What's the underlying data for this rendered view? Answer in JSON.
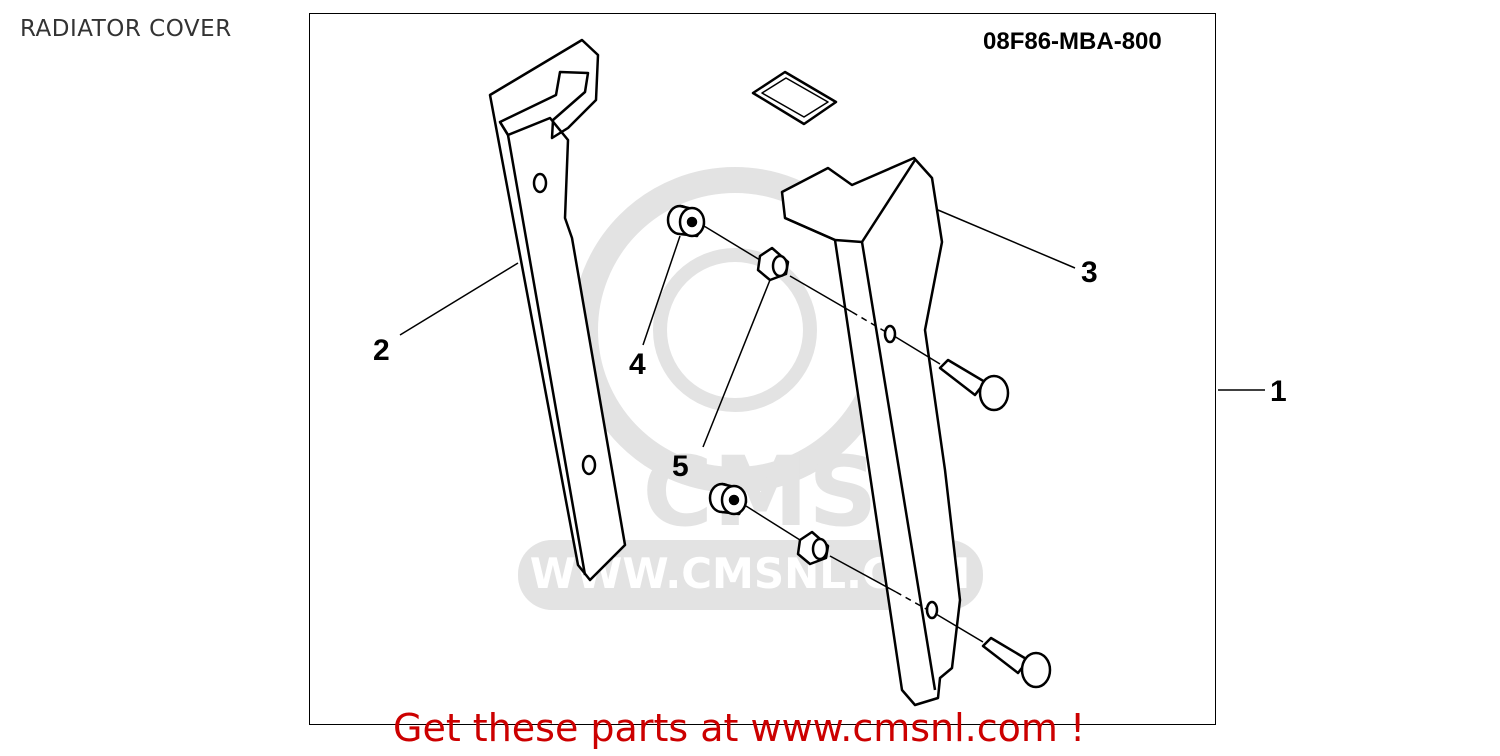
{
  "title": "RADIATOR COVER",
  "part_number": "08F86-MBA-800",
  "callouts": [
    {
      "id": "1",
      "label": "1"
    },
    {
      "id": "2",
      "label": "2"
    },
    {
      "id": "3",
      "label": "3"
    },
    {
      "id": "4",
      "label": "4"
    },
    {
      "id": "5",
      "label": "5"
    }
  ],
  "watermark": {
    "brand": "CMS",
    "url": "WWW.CMSNL.COM"
  },
  "promo": "Get these parts at www.cmsnl.com !",
  "colors": {
    "promo": "#cc0000",
    "line": "#000000",
    "watermark": "#e3e3e3"
  }
}
